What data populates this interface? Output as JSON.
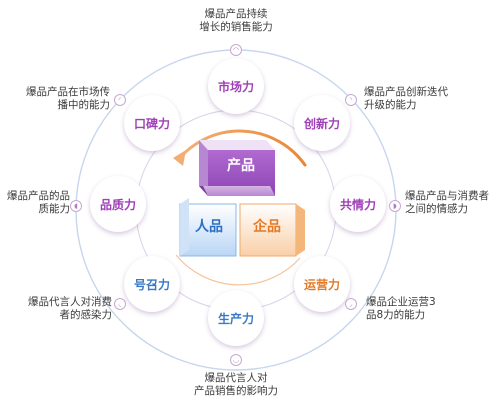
{
  "center": {
    "top_cube": "产品",
    "left_cube": "人品",
    "right_cube": "企品"
  },
  "colors": {
    "purple": "#a65cc4",
    "blue": "#4d8fd6",
    "orange": "#ee8a3a",
    "ring": "#c7d6ef"
  },
  "nodes": {
    "market": {
      "label": "市场力",
      "color": "#a040b8"
    },
    "innovation": {
      "label": "创新力",
      "color": "#a040b8"
    },
    "empathy": {
      "label": "共情力",
      "color": "#a040b8"
    },
    "operation": {
      "label": "运营力",
      "color": "#e07a2a"
    },
    "production": {
      "label": "生产力",
      "color": "#3a78c8"
    },
    "appeal": {
      "label": "号召力",
      "color": "#3a78c8"
    },
    "quality": {
      "label": "品质力",
      "color": "#a040b8"
    },
    "word_of_mouth": {
      "label": "口碑力",
      "color": "#a040b8"
    }
  },
  "descriptions": {
    "top": [
      "爆品产品持续",
      "增长的销售能力"
    ],
    "top_right": [
      "爆品产品创新迭代",
      "升级的能力"
    ],
    "right": [
      "爆品产品与消费者",
      "之间的情感力"
    ],
    "bottom_right": [
      "爆品企业运营3",
      "品8力的能力"
    ],
    "bottom": [
      "爆品代言人对",
      "产品销售的影响力"
    ],
    "bottom_left": [
      "爆品代言人对消费",
      "者的感染力"
    ],
    "left": [
      "爆品产品的品",
      "质能力"
    ],
    "top_left": [
      "爆品产品在市场传",
      "播中的能力"
    ]
  }
}
